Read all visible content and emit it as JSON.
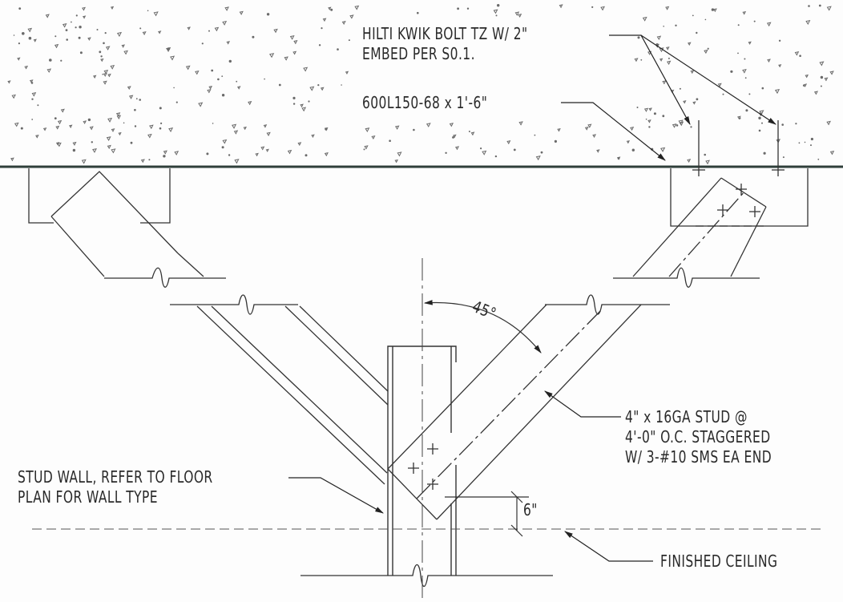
{
  "callouts": {
    "anchor": {
      "line1": "HILTI KWIK BOLT TZ W/ 2\"",
      "line2": "EMBED PER S0.1."
    },
    "angle_member": {
      "text": "600L150-68 x 1'-6\""
    },
    "stud": {
      "line1": "4\" x 16GA STUD @",
      "line2": "4'-0\" O.C. STAGGERED",
      "line3": "W/ 3-#10 SMS EA END"
    },
    "stud_wall": {
      "line1": "STUD WALL, REFER TO FLOOR",
      "line2": "PLAN FOR WALL TYPE"
    },
    "finished_ceiling": {
      "text": "FINISHED CEILING"
    }
  },
  "dimensions": {
    "brace_angle": "45°",
    "offset": "6\""
  },
  "colors": {
    "line": "#333333",
    "concrete_speckle": "#555555"
  }
}
